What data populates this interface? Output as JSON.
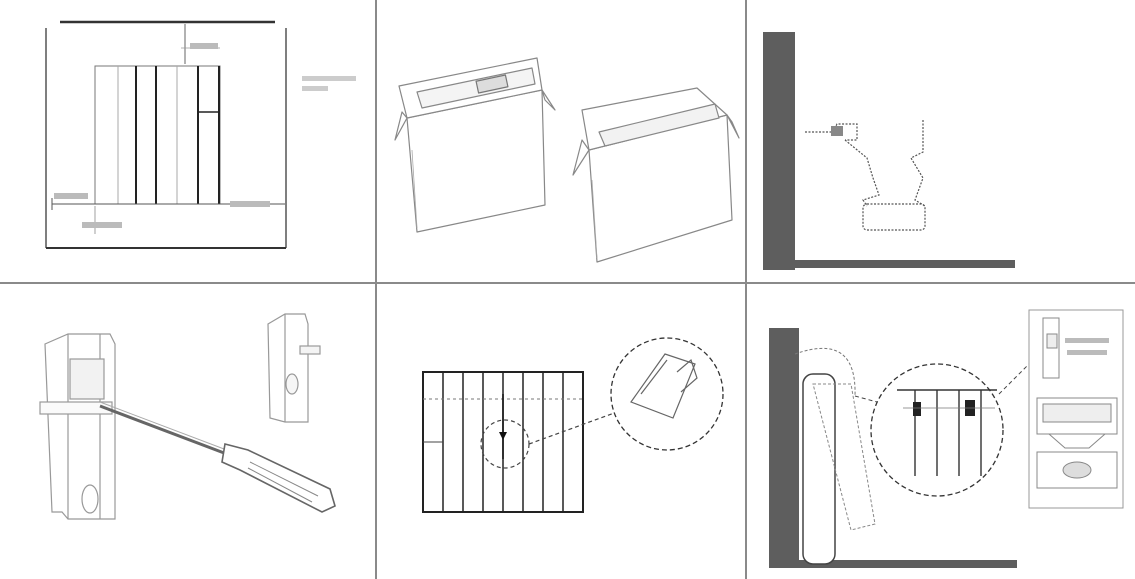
{
  "header": {
    "marker": "*1"
  },
  "steps": [
    {
      "id": "clearance"
    },
    {
      "id": "unpack"
    },
    {
      "id": "wall-bracket"
    },
    {
      "id": "screw-bracket"
    },
    {
      "id": "center-mark"
    },
    {
      "id": "hang-radiator"
    }
  ]
}
